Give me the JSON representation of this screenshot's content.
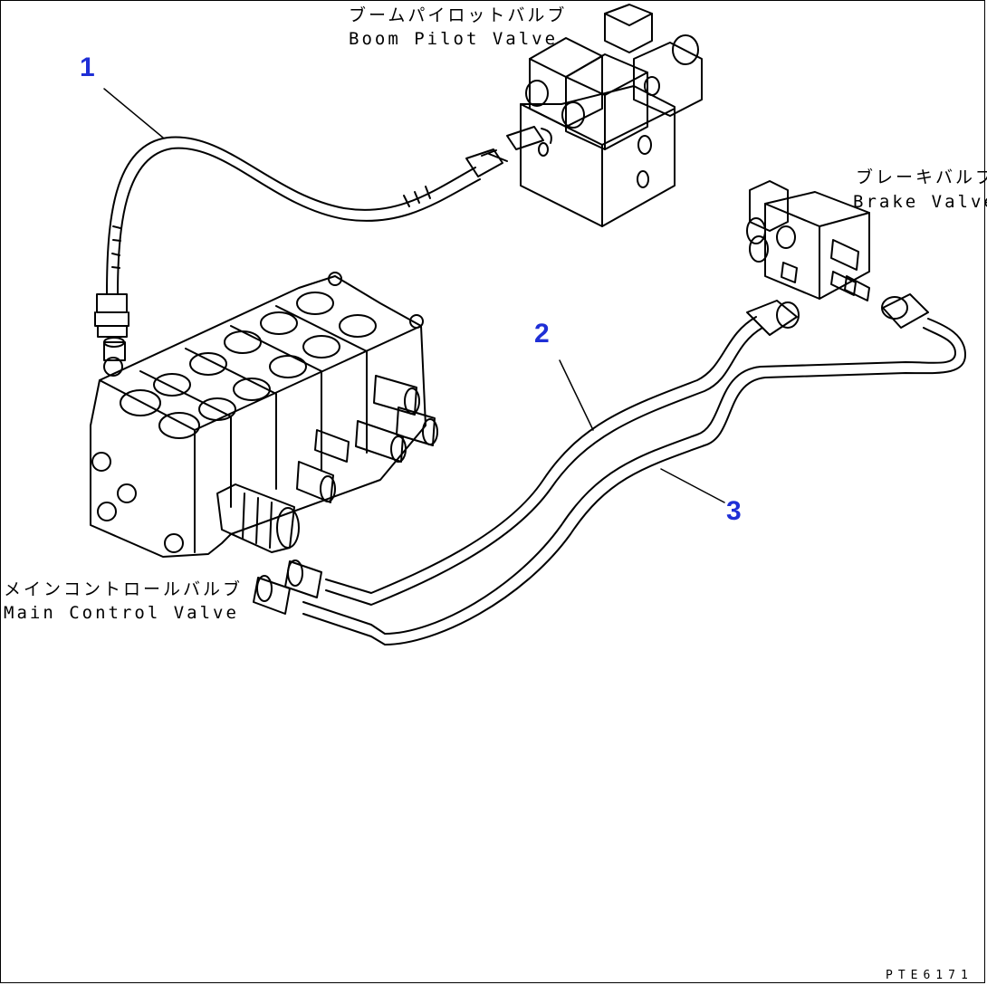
{
  "callouts": {
    "hose_1": "1",
    "tube_2": "2",
    "tube_3": "3"
  },
  "labels": {
    "boom_pilot_jp": "ブームパイロットバルブ",
    "boom_pilot_en": "Boom Pilot Valve",
    "brake_jp": "ブレーキバルブ",
    "brake_en": "Brake Valve",
    "main_control_jp": "メインコントロールバルブ",
    "main_control_en": "Main Control Valve"
  },
  "figure_code": "PTE6171",
  "colors": {
    "callout": "#1f2fd6",
    "line": "#000000"
  }
}
